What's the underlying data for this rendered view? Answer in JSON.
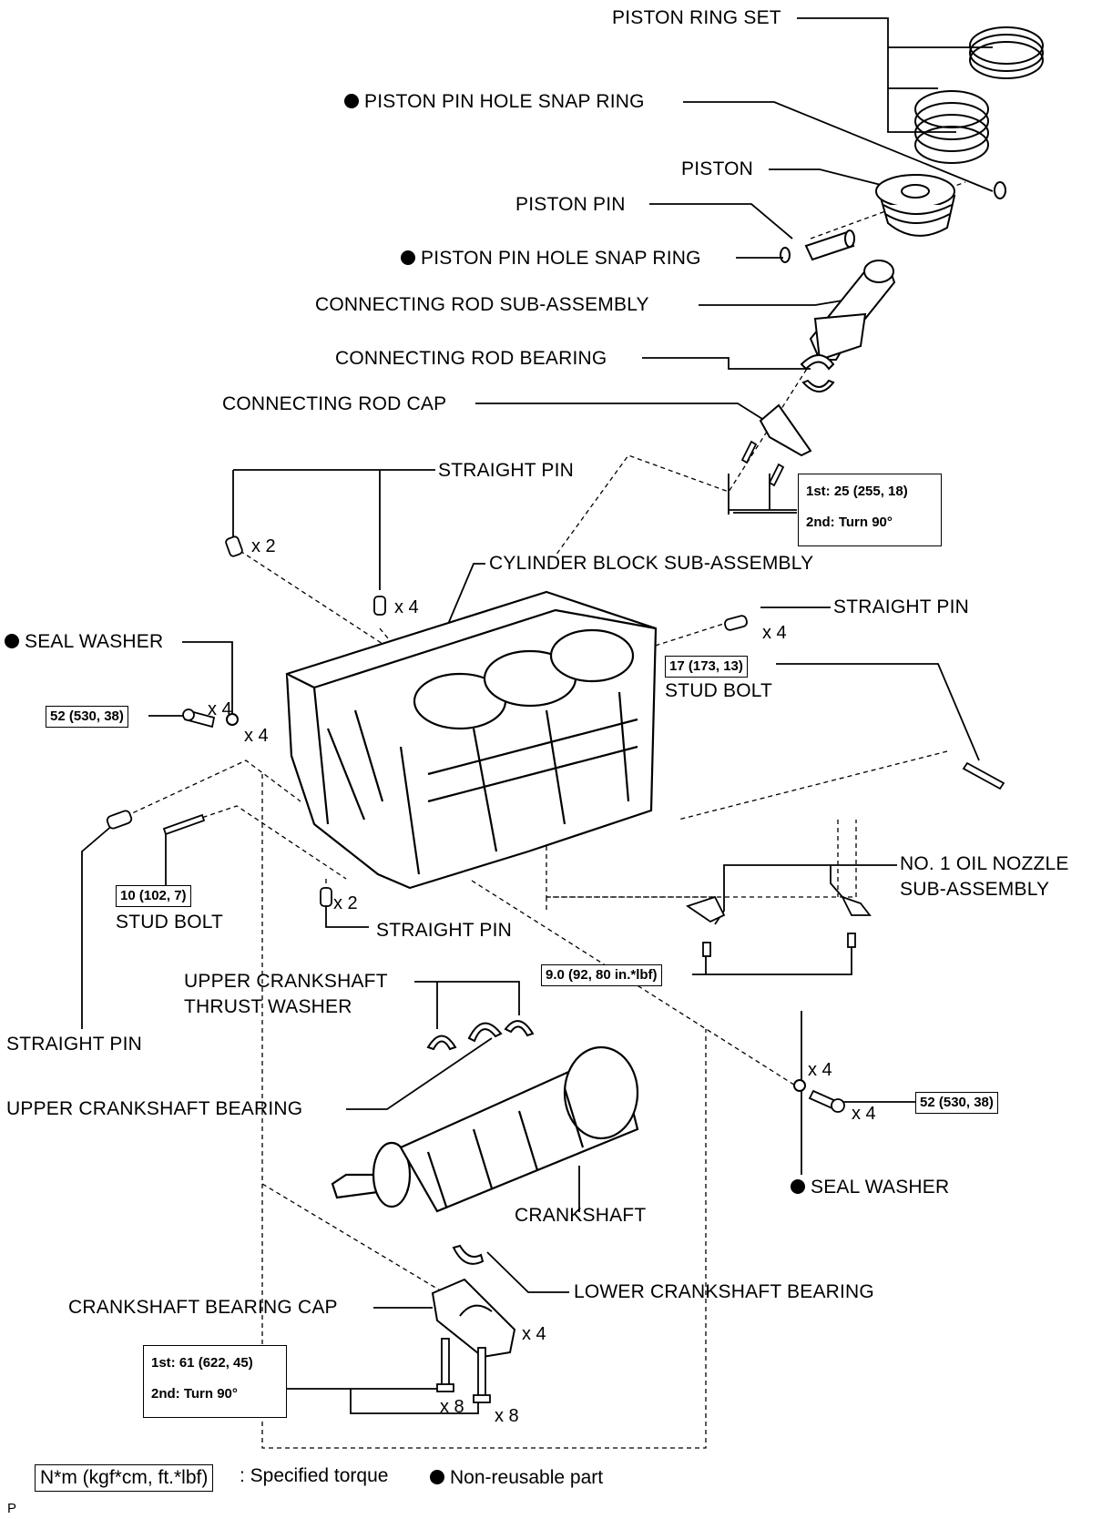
{
  "labels": {
    "piston_ring_set": "PISTON RING SET",
    "piston_pin_hole_snap_ring_top": "PISTON PIN HOLE SNAP RING",
    "piston": "PISTON",
    "piston_pin": "PISTON PIN",
    "piston_pin_hole_snap_ring_bottom": "PISTON PIN HOLE SNAP RING",
    "connecting_rod_sub_assembly": "CONNECTING ROD SUB-ASSEMBLY",
    "connecting_rod_bearing": "CONNECTING ROD BEARING",
    "connecting_rod_cap": "CONNECTING ROD CAP",
    "straight_pin_top": "STRAIGHT PIN",
    "cylinder_block_sub_assembly": "CYLINDER BLOCK SUB-ASSEMBLY",
    "straight_pin_right": "STRAIGHT PIN",
    "seal_washer_left": "SEAL WASHER",
    "stud_bolt_right": "STUD BOLT",
    "no1_oil_nozzle_line1": "NO. 1 OIL NOZZLE",
    "no1_oil_nozzle_line2": "SUB-ASSEMBLY",
    "stud_bolt_left": "STUD BOLT",
    "straight_pin_bottom": "STRAIGHT PIN",
    "upper_thrust_washer_line1": "UPPER CRANKSHAFT",
    "upper_thrust_washer_line2": "THRUST WASHER",
    "straight_pin_left": "STRAIGHT PIN",
    "upper_crankshaft_bearing": "UPPER CRANKSHAFT BEARING",
    "seal_washer_right": "SEAL WASHER",
    "crankshaft": "CRANKSHAFT",
    "lower_crankshaft_bearing": "LOWER CRANKSHAFT BEARING",
    "crankshaft_bearing_cap": "CRANKSHAFT BEARING CAP"
  },
  "multipliers": {
    "straight_pin_x2_top": "x 2",
    "straight_pin_x4_top": "x 4",
    "straight_pin_x4_right": "x 4",
    "bolt_x4_left": "x 4",
    "washer_x4_left": "x 4",
    "straight_pin_x2_bottom": "x 2",
    "washer_x4_right": "x 4",
    "bolt_x4_right": "x 4",
    "bearing_cap_x4": "x 4",
    "cap_bolt_x8_a": "x 8",
    "cap_bolt_x8_b": "x 8"
  },
  "torques": {
    "conrod_line1": "1st: 25 (255, 18)",
    "conrod_line2": "2nd: Turn 90°",
    "stud_bolt_right": "17 (173, 13)",
    "bolt_left": "52 (530, 38)",
    "stud_bolt_left": "10 (102, 7)",
    "oil_nozzle": "9.0 (92, 80 in.*lbf)",
    "bolt_right": "52 (530, 38)",
    "cap_line1": "1st: 61 (622, 45)",
    "cap_line2": "2nd: Turn 90°"
  },
  "legend": {
    "torque_unit_box": "N*m (kgf*cm, ft.*lbf)",
    "torque_desc": ": Specified torque",
    "non_reusable": "Non-reusable part"
  },
  "page_code": "P"
}
